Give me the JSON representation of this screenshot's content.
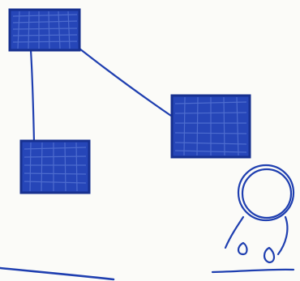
{
  "figure": {
    "kind": "hand-drawn-network-sketch",
    "ink_color": "#1f3fb0",
    "ink_dark": "#17308f",
    "paper_color": "#fbfbf8"
  },
  "nodes": [
    {
      "id": "node-top",
      "shape": "hatched-rectangle"
    },
    {
      "id": "node-left",
      "shape": "hatched-rectangle"
    },
    {
      "id": "node-right",
      "shape": "hatched-rectangle"
    },
    {
      "id": "person",
      "shape": "stick-figure-user"
    }
  ],
  "edges": [
    {
      "from": "node-top",
      "to": "node-left"
    },
    {
      "from": "node-top",
      "to": "node-right"
    }
  ]
}
